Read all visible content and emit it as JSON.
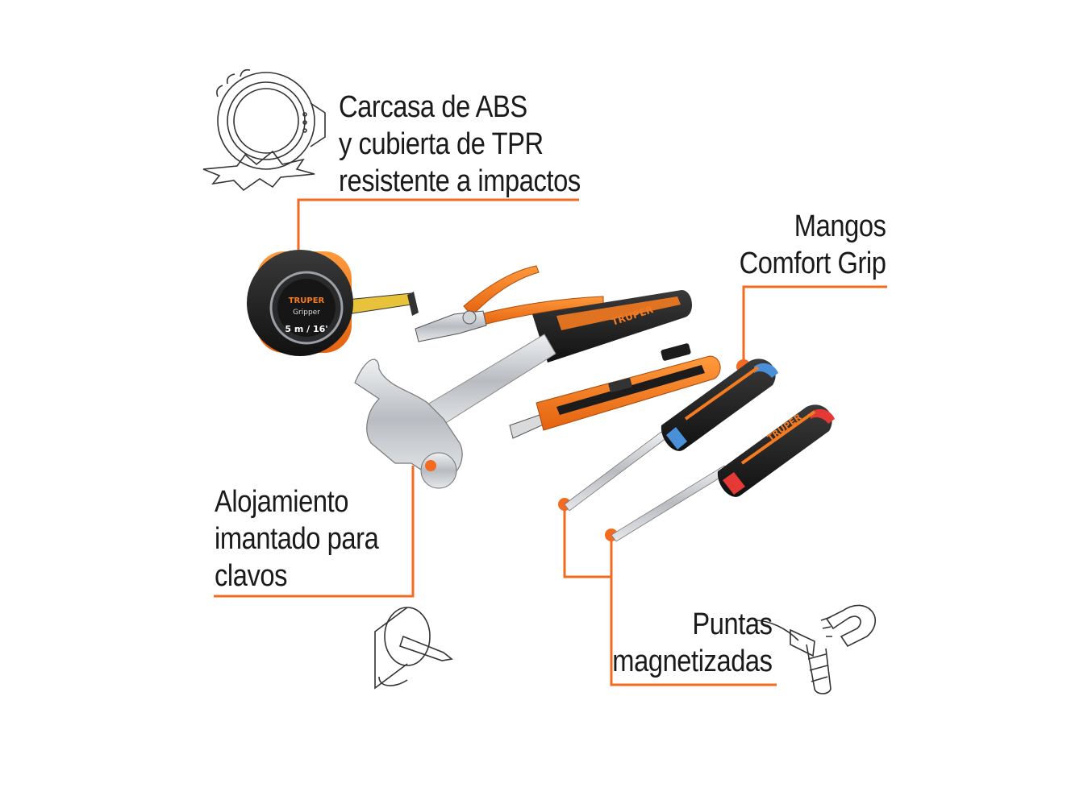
{
  "callouts": {
    "housing": {
      "lines": [
        "Carcasa de ABS",
        "y cubierta de TPR",
        "resistente a impactos"
      ]
    },
    "handles": {
      "lines": [
        "Mangos",
        "Comfort Grip"
      ]
    },
    "magnet_slot": {
      "lines": [
        "Alojamiento",
        "imantado para",
        "clavos"
      ]
    },
    "tips": {
      "lines": [
        "Puntas",
        "magnetizadas"
      ]
    }
  },
  "product": {
    "brand_logo": "TRUPER",
    "tape_model": "Gripper",
    "tape_size": "5 m / 16'"
  },
  "colors": {
    "accent": "#f26b21",
    "tool_orange": "#f47b20",
    "rubber_black": "#1c1c1c",
    "steel": "#c9ccd0",
    "text": "#1a1a1a"
  },
  "icons": [
    "impact-shield-icon",
    "screwdriver-tip-magnet-icon",
    "nail-holder-icon"
  ]
}
